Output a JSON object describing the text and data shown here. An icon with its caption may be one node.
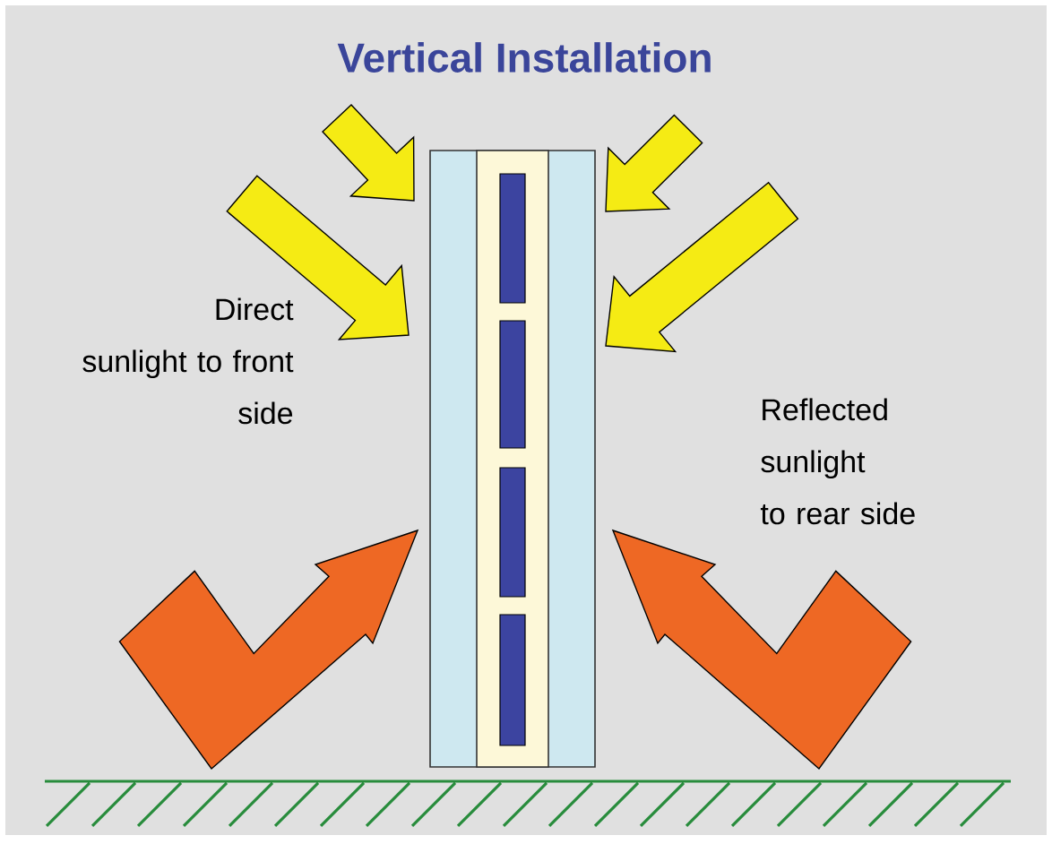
{
  "diagram": {
    "title": "Vertical Installation",
    "labels": [
      "Direct sunlight to front side",
      "Reflected sunlight to rear side"
    ]
  }
}
